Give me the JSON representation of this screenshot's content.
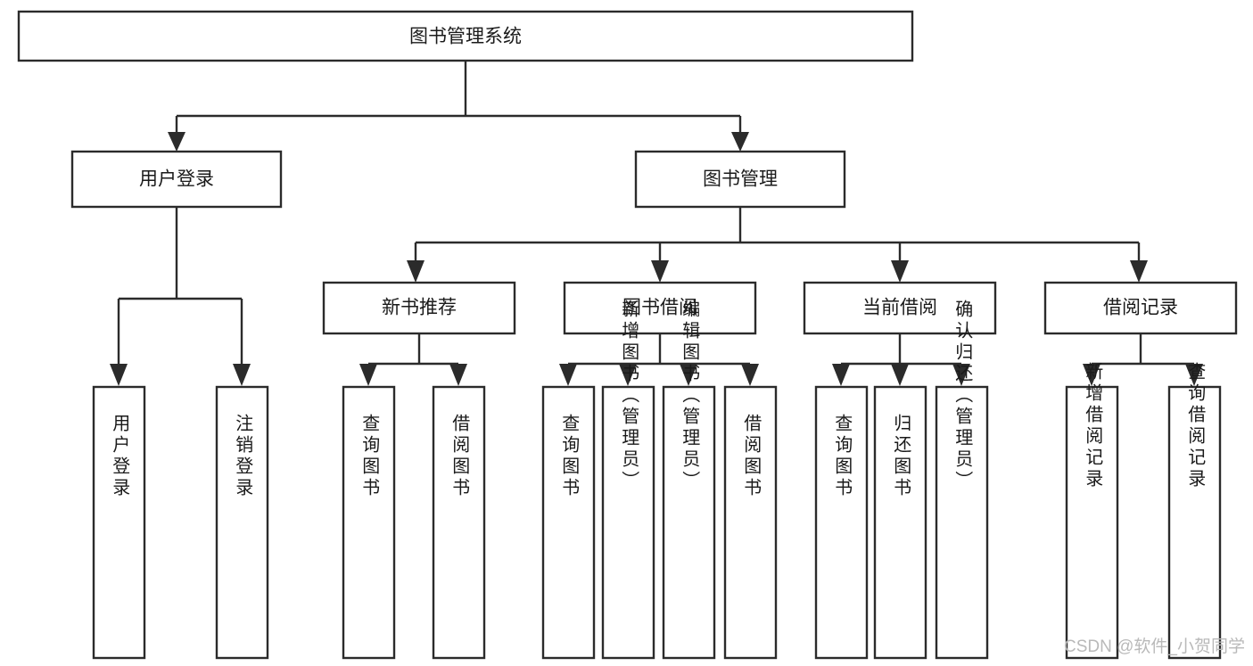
{
  "diagram": {
    "type": "tree-hierarchy-diagram",
    "title": "图书管理系统",
    "watermark": "CSDN @软件_小贺同学",
    "colors": {
      "stroke": "#2b2b2b",
      "fill": "#ffffff",
      "text": "#1a1a1a",
      "watermark": "#b9b9b9",
      "background": "#ffffff"
    },
    "root": {
      "id": "root",
      "label": "图书管理系统",
      "orientation": "horizontal"
    },
    "level2": [
      {
        "id": "user-login",
        "label": "用户登录",
        "orientation": "horizontal"
      },
      {
        "id": "book-management",
        "label": "图书管理",
        "orientation": "horizontal"
      }
    ],
    "level3": [
      {
        "id": "new-book-recommend",
        "label": "新书推荐",
        "orientation": "horizontal",
        "parent": "book-management"
      },
      {
        "id": "book-borrow",
        "label": "图书借阅",
        "orientation": "horizontal",
        "parent": "book-management"
      },
      {
        "id": "current-borrow",
        "label": "当前借阅",
        "orientation": "horizontal",
        "parent": "book-management"
      },
      {
        "id": "borrow-record",
        "label": "借阅记录",
        "orientation": "horizontal",
        "parent": "book-management"
      }
    ],
    "leaves": [
      {
        "id": "leaf-user-login",
        "label": "用户登录",
        "orientation": "vertical",
        "parent": "user-login"
      },
      {
        "id": "leaf-user-logout",
        "label": "注销登录",
        "orientation": "vertical",
        "parent": "user-login"
      },
      {
        "id": "leaf-query-book-1",
        "label": "查询图书",
        "orientation": "vertical",
        "parent": "new-book-recommend"
      },
      {
        "id": "leaf-borrow-book-1",
        "label": "借阅图书",
        "orientation": "vertical",
        "parent": "new-book-recommend"
      },
      {
        "id": "leaf-query-book-2",
        "label": "查询图书",
        "orientation": "vertical",
        "parent": "book-borrow"
      },
      {
        "id": "leaf-add-book",
        "label": "新增图书（管理员）",
        "orientation": "vertical",
        "parent": "book-borrow"
      },
      {
        "id": "leaf-edit-book",
        "label": "编辑图书（管理员）",
        "orientation": "vertical",
        "parent": "book-borrow"
      },
      {
        "id": "leaf-borrow-book-2",
        "label": "借阅图书",
        "orientation": "vertical",
        "parent": "book-borrow"
      },
      {
        "id": "leaf-query-book-3",
        "label": "查询图书",
        "orientation": "vertical",
        "parent": "current-borrow"
      },
      {
        "id": "leaf-return-book",
        "label": "归还图书",
        "orientation": "vertical",
        "parent": "current-borrow"
      },
      {
        "id": "leaf-confirm-return",
        "label": "确认归还（管理员）",
        "orientation": "vertical",
        "parent": "current-borrow"
      },
      {
        "id": "leaf-add-record",
        "label": "新增借阅记录",
        "orientation": "vertical",
        "parent": "borrow-record"
      },
      {
        "id": "leaf-query-record",
        "label": "查询借阅记录",
        "orientation": "vertical",
        "parent": "borrow-record"
      }
    ]
  }
}
